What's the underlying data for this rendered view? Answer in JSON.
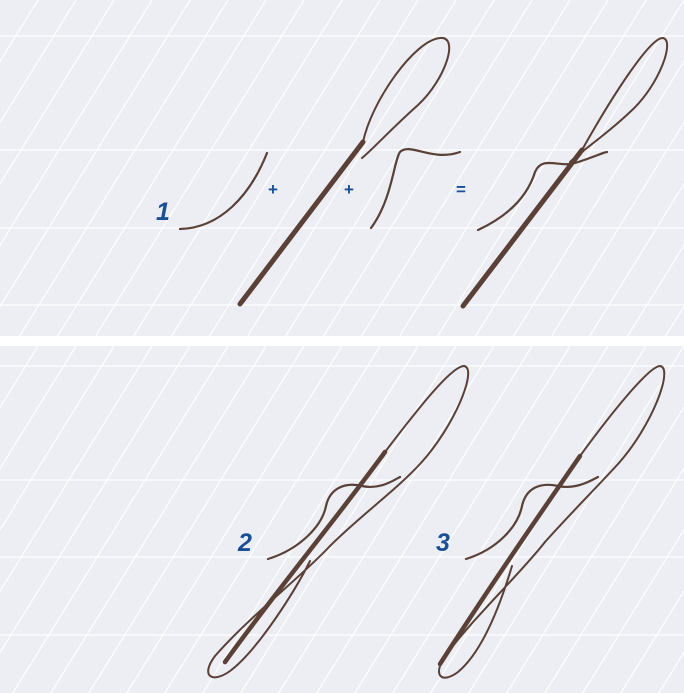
{
  "colors": {
    "panel_background": "#eceef3",
    "guide_lines": "#ffffff",
    "ink": "#5a4036",
    "label_text": "#1a4f96"
  },
  "top_panel": {
    "step_number": "1",
    "plus_1": "+",
    "plus_2": "+",
    "equals": "="
  },
  "bottom_panel": {
    "variant_a_number": "2",
    "variant_b_number": "3"
  }
}
